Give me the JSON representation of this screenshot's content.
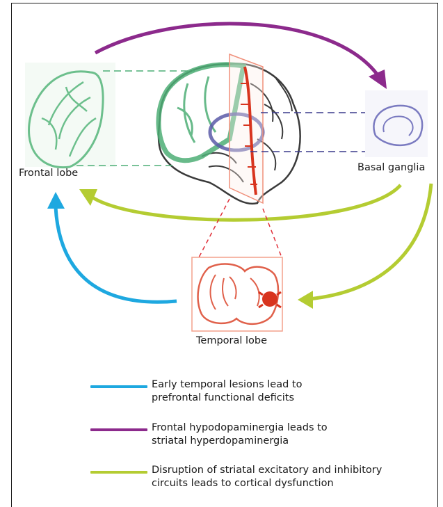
{
  "labels": {
    "frontal": "Frontal lobe",
    "basal": "Basal ganglia",
    "temporal": "Temporal lobe"
  },
  "colors": {
    "blue": "#1ea8e0",
    "purple": "#8c2a8c",
    "green": "#b4cc32",
    "frontal_outline": "#4dae76",
    "basal_outline": "#5a5aa8",
    "temporal_outline": "#e0604a",
    "section_red": "#d8341e"
  },
  "legend": [
    {
      "color": "#1ea8e0",
      "line1": "Early temporal lesions lead to",
      "line2": "prefrontal functional deficits"
    },
    {
      "color": "#8c2a8c",
      "line1": "Frontal hypodopaminergia leads to",
      "line2": "striatal hyperdopaminergia"
    },
    {
      "color": "#b4cc32",
      "line1": "Disruption of striatal excitatory and inhibitory",
      "line2": "circuits leads to cortical dysfunction"
    }
  ]
}
